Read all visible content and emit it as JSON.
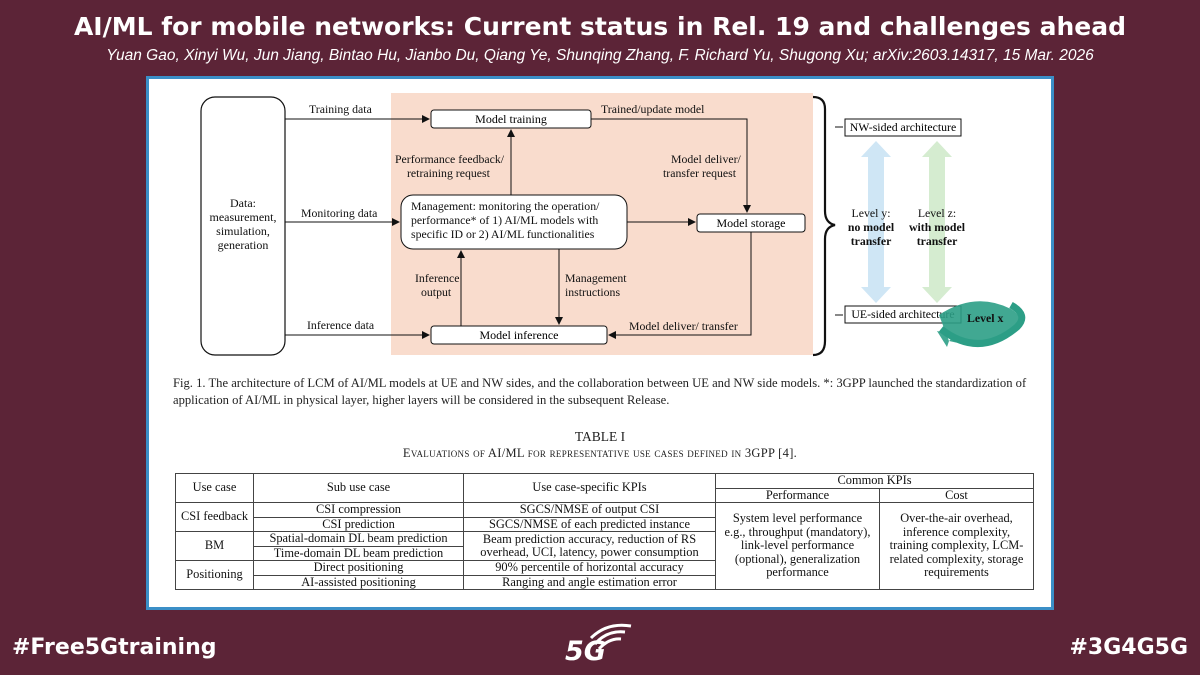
{
  "header": {
    "title": "AI/ML for mobile networks: Current status in Rel. 19 and challenges ahead",
    "subtitle": "Yuan Gao, Xinyi Wu, Jun Jiang, Bintao Hu, Jianbo Du, Qiang Ye, Shunqing Zhang, F. Richard Yu, Shugong Xu; arXiv:2603.14317, 15 Mar. 2026"
  },
  "diagram": {
    "data_box": [
      "Data:",
      "measurement,",
      "simulation,",
      "generation"
    ],
    "training_data": "Training data",
    "monitoring_data": "Monitoring data",
    "inference_data": "Inference data",
    "model_training": "Model training",
    "trained_update": "Trained/update model",
    "perf_feedback": [
      "Performance feedback/",
      "retraining request"
    ],
    "model_deliver_req": [
      "Model deliver/",
      "transfer request"
    ],
    "management": [
      "Management: monitoring the operation/",
      "performance* of 1) AI/ML models with",
      "specific ID or 2) AI/ML functionalities"
    ],
    "model_storage": "Model storage",
    "inference_output": [
      "Inference",
      "output"
    ],
    "mgmt_instructions": [
      "Management",
      "instructions"
    ],
    "model_inference": "Model inference",
    "model_deliver_transfer": "Model deliver/ transfer",
    "nw_arch": "NW-sided architecture",
    "ue_arch": "UE-sided architecture",
    "level_y": [
      "Level y:",
      "no model",
      "transfer"
    ],
    "level_z": [
      "Level z:",
      "with model",
      "transfer"
    ],
    "level_x": "Level x",
    "colors": {
      "shade": "#f9dccd",
      "blue_arrow": "#cfe6f5",
      "green_arrow": "#d5ecd0",
      "teal_arrow": "#2c9e86"
    }
  },
  "figure_caption": "Fig. 1.  The architecture of LCM of AI/ML models at UE and NW sides, and the collaboration between UE and NW side models. *: 3GPP launched the standardization of application of AI/ML in physical layer, higher layers will be considered in the subsequent Release.",
  "table": {
    "title": "TABLE I",
    "subtitle": "Evaluations of AI/ML for representative use cases defined in 3GPP [4].",
    "headers": {
      "use_case": "Use case",
      "sub_use_case": "Sub use case",
      "specific_kpis": "Use case-specific KPIs",
      "common_kpis": "Common KPIs",
      "performance": "Performance",
      "cost": "Cost"
    },
    "groups": [
      {
        "use_case": "CSI feedback",
        "rows": [
          {
            "sub": "CSI compression",
            "kpi": "SGCS/NMSE of output CSI"
          },
          {
            "sub": "CSI prediction",
            "kpi": "SGCS/NMSE of each predicted instance"
          }
        ]
      },
      {
        "use_case": "BM",
        "rows": [
          {
            "sub": "Spatial-domain DL beam prediction",
            "kpi": "Beam prediction accuracy, reduction of RS overhead, UCI, latency, power consumption"
          },
          {
            "sub": "Time-domain DL beam prediction",
            "kpi": ""
          }
        ]
      },
      {
        "use_case": "Positioning",
        "rows": [
          {
            "sub": "Direct positioning",
            "kpi": "90% percentile of horizontal accuracy"
          },
          {
            "sub": "AI-assisted positioning",
            "kpi": "Ranging and angle estimation error"
          }
        ]
      }
    ],
    "performance_text": "System level performance e.g., throughput (mandatory), link-level performance (optional), generalization performance",
    "cost_text": "Over-the-air overhead, inference complexity, training complexity, LCM-related complexity, storage requirements"
  },
  "footer": {
    "left_tag": "#Free5Gtraining",
    "right_tag": "#3G4G5G",
    "logo_text": "5G"
  }
}
